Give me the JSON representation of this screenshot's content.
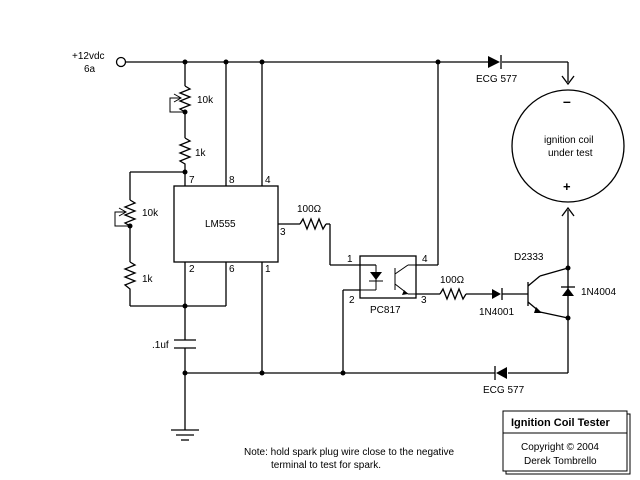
{
  "supply": {
    "voltage": "+12vdc",
    "current": "6a"
  },
  "timer": {
    "name": "LM555",
    "pins": {
      "p1": "1",
      "p2": "2",
      "p3": "3",
      "p4": "4",
      "p6": "6",
      "p7": "7",
      "p8": "8"
    }
  },
  "components": {
    "pot_top": "10k",
    "res_top": "1k",
    "pot_bottom": "10k",
    "res_bottom": "1k",
    "cap": ".1uf",
    "res_out": "100Ω",
    "res_opto": "100Ω",
    "diode_top": "ECG 577",
    "diode_bottom": "ECG 577",
    "diode_signal": "1N4001",
    "diode_coil": "1N4004",
    "transistor": "D2333"
  },
  "optocoupler": {
    "name": "PC817",
    "pins": {
      "p1": "1",
      "p2": "2",
      "p3": "3",
      "p4": "4"
    }
  },
  "coil": {
    "line1": "ignition coil",
    "line2": "under  test",
    "minus": "–",
    "plus": "+"
  },
  "note": {
    "line1": "Note: hold spark plug wire close to the negative",
    "line2": "terminal to test for spark."
  },
  "title_block": {
    "title": "Ignition Coil Tester",
    "copyright": "Copyright  ©  2004",
    "author": "Derek Tombrello"
  }
}
